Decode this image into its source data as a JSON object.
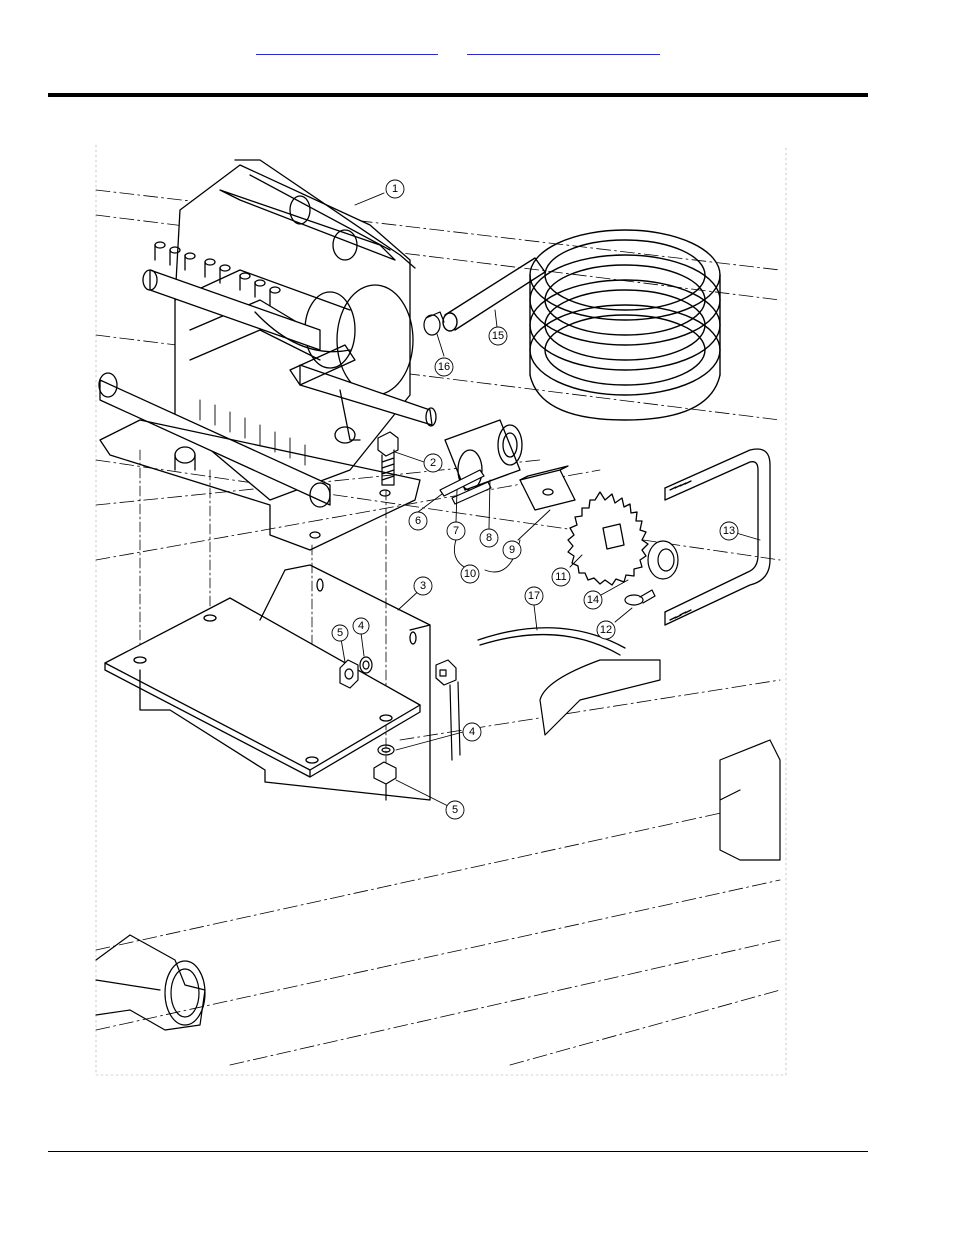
{
  "header": {
    "link_left": "",
    "link_right": ""
  },
  "diagram": {
    "callouts": [
      "1",
      "2",
      "3",
      "4",
      "4",
      "5",
      "5",
      "6",
      "7",
      "8",
      "9",
      "10",
      "11",
      "12",
      "13",
      "14",
      "15",
      "16",
      "17"
    ]
  },
  "colors": {
    "link": "#2b2bd0",
    "line": "#000000",
    "background": "#ffffff"
  }
}
